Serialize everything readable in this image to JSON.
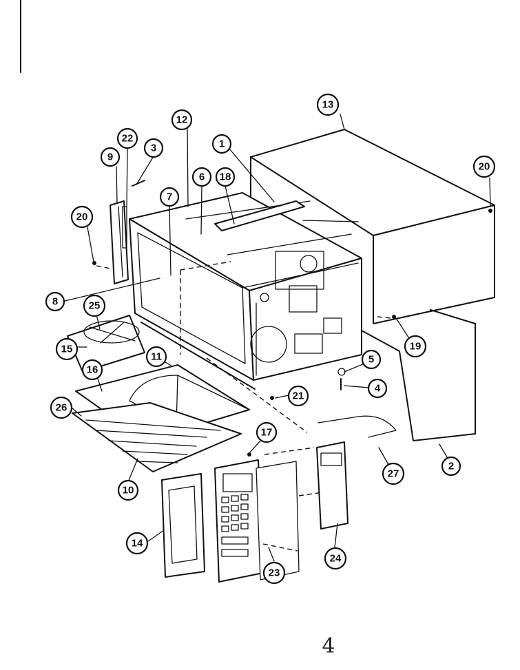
{
  "diagram": {
    "page_number": "4",
    "callouts": [
      {
        "id": "c1",
        "label": "1"
      },
      {
        "id": "c2",
        "label": "2"
      },
      {
        "id": "c3",
        "label": "3"
      },
      {
        "id": "c4",
        "label": "4"
      },
      {
        "id": "c5",
        "label": "5"
      },
      {
        "id": "c6",
        "label": "6"
      },
      {
        "id": "c7",
        "label": "7"
      },
      {
        "id": "c8",
        "label": "8"
      },
      {
        "id": "c9",
        "label": "9"
      },
      {
        "id": "c10",
        "label": "10"
      },
      {
        "id": "c11",
        "label": "11"
      },
      {
        "id": "c12",
        "label": "12"
      },
      {
        "id": "c13",
        "label": "13"
      },
      {
        "id": "c14",
        "label": "14"
      },
      {
        "id": "c15",
        "label": "15"
      },
      {
        "id": "c16",
        "label": "16"
      },
      {
        "id": "c17",
        "label": "17"
      },
      {
        "id": "c18",
        "label": "18"
      },
      {
        "id": "c19",
        "label": "19"
      },
      {
        "id": "c20a",
        "label": "20"
      },
      {
        "id": "c20b",
        "label": "20"
      },
      {
        "id": "c21",
        "label": "21"
      },
      {
        "id": "c22",
        "label": "22"
      },
      {
        "id": "c23",
        "label": "23"
      },
      {
        "id": "c24",
        "label": "24"
      },
      {
        "id": "c25",
        "label": "25"
      },
      {
        "id": "c26",
        "label": "26"
      },
      {
        "id": "c27",
        "label": "27"
      }
    ]
  }
}
